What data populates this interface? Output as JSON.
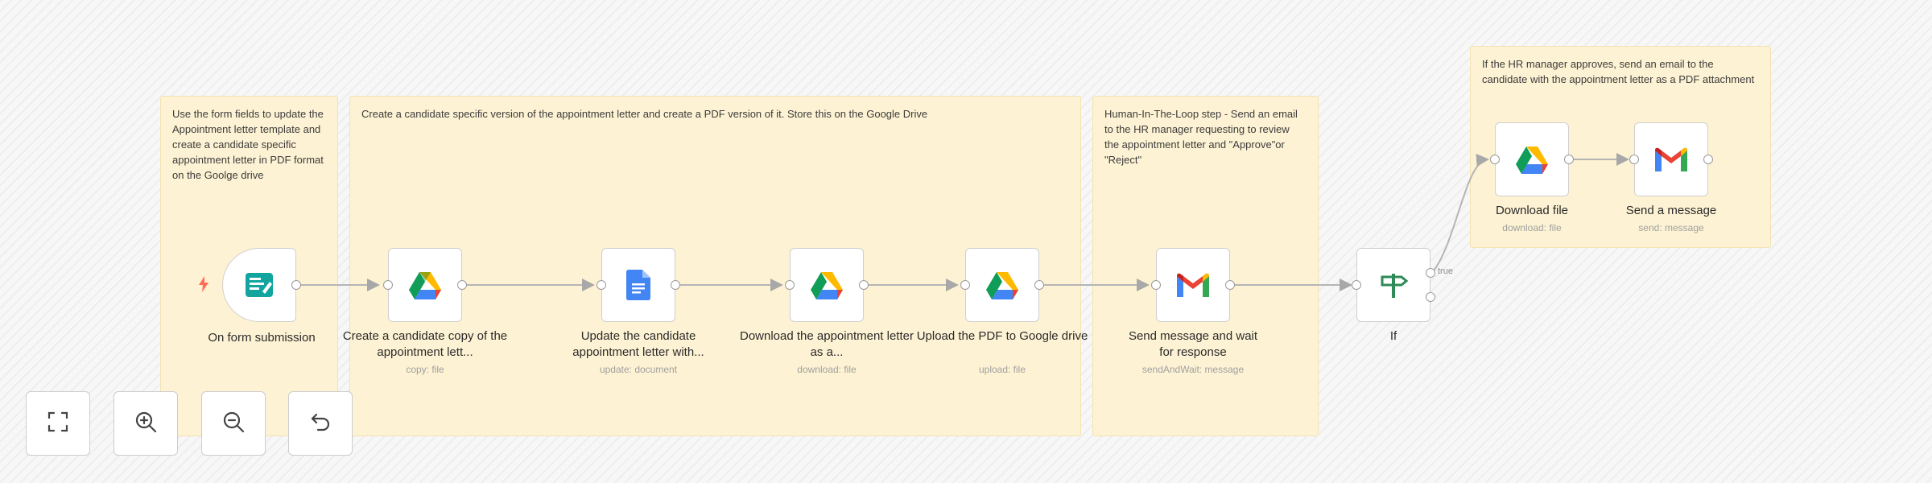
{
  "sticky_notes": [
    {
      "text": "Use the form fields to update the Appointment letter template and create a candidate specific appointment letter in PDF format on the Goolge drive"
    },
    {
      "text": "Create a candidate specific version of the appointment letter and create a PDF version of it. Store this on the Google Drive"
    },
    {
      "text": "Human-In-The-Loop step - Send an email to the HR manager requesting to review the appointment letter and \"Approve\"or \"Reject\""
    },
    {
      "text": "If the HR manager approves, send an email to the candidate with the appointment letter as a PDF attachment"
    }
  ],
  "nodes": [
    {
      "label": "On form submission",
      "subtitle": "",
      "icon": "form-icon"
    },
    {
      "label": "Create a candidate copy of the appointment lett...",
      "subtitle": "copy: file",
      "icon": "google-drive-icon"
    },
    {
      "label": "Update the candidate appointment letter with...",
      "subtitle": "update: document",
      "icon": "google-docs-icon"
    },
    {
      "label": "Download the appointment letter as a...",
      "subtitle": "download: file",
      "icon": "google-drive-icon"
    },
    {
      "label": "Upload the PDF to Google drive",
      "subtitle": "upload: file",
      "icon": "google-drive-icon"
    },
    {
      "label": "Send message and wait for response",
      "subtitle": "sendAndWait: message",
      "icon": "gmail-icon"
    },
    {
      "label": "If",
      "subtitle": "",
      "icon": "if-signpost-icon"
    },
    {
      "label": "Download file",
      "subtitle": "download: file",
      "icon": "google-drive-icon"
    },
    {
      "label": "Send a message",
      "subtitle": "send: message",
      "icon": "gmail-icon"
    }
  ],
  "if_branch": {
    "true_label": "true"
  },
  "trigger_marker": {
    "icon": "lightning-bolt-icon",
    "color": "#ff6d5a"
  },
  "controls": [
    {
      "name": "fit-view",
      "icon": "fullscreen-icon"
    },
    {
      "name": "zoom-in",
      "icon": "zoom-in-icon"
    },
    {
      "name": "zoom-out",
      "icon": "zoom-out-icon"
    },
    {
      "name": "reset-zoom",
      "icon": "undo-icon"
    }
  ],
  "colors": {
    "sticky_bg": "#fdf2d3",
    "connector": "#b5b5b5",
    "accent_teal": "#12a5a0",
    "if_green": "#2e8b57"
  }
}
